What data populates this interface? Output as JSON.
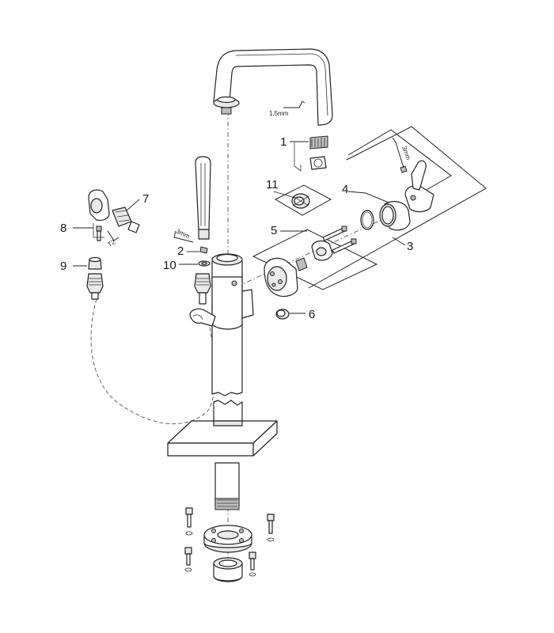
{
  "callouts": {
    "c1": "1",
    "c2": "2",
    "c3": "3",
    "c4": "4",
    "c5": "5",
    "c6": "6",
    "c7": "7",
    "c8": "8",
    "c9": "9",
    "c10": "10",
    "c11": "11"
  },
  "tool_labels": {
    "hex_1_5mm": "1,5mm",
    "hex_3mm_top": "3mm",
    "hex_3mm_left": "3mm",
    "t2": "T2"
  }
}
